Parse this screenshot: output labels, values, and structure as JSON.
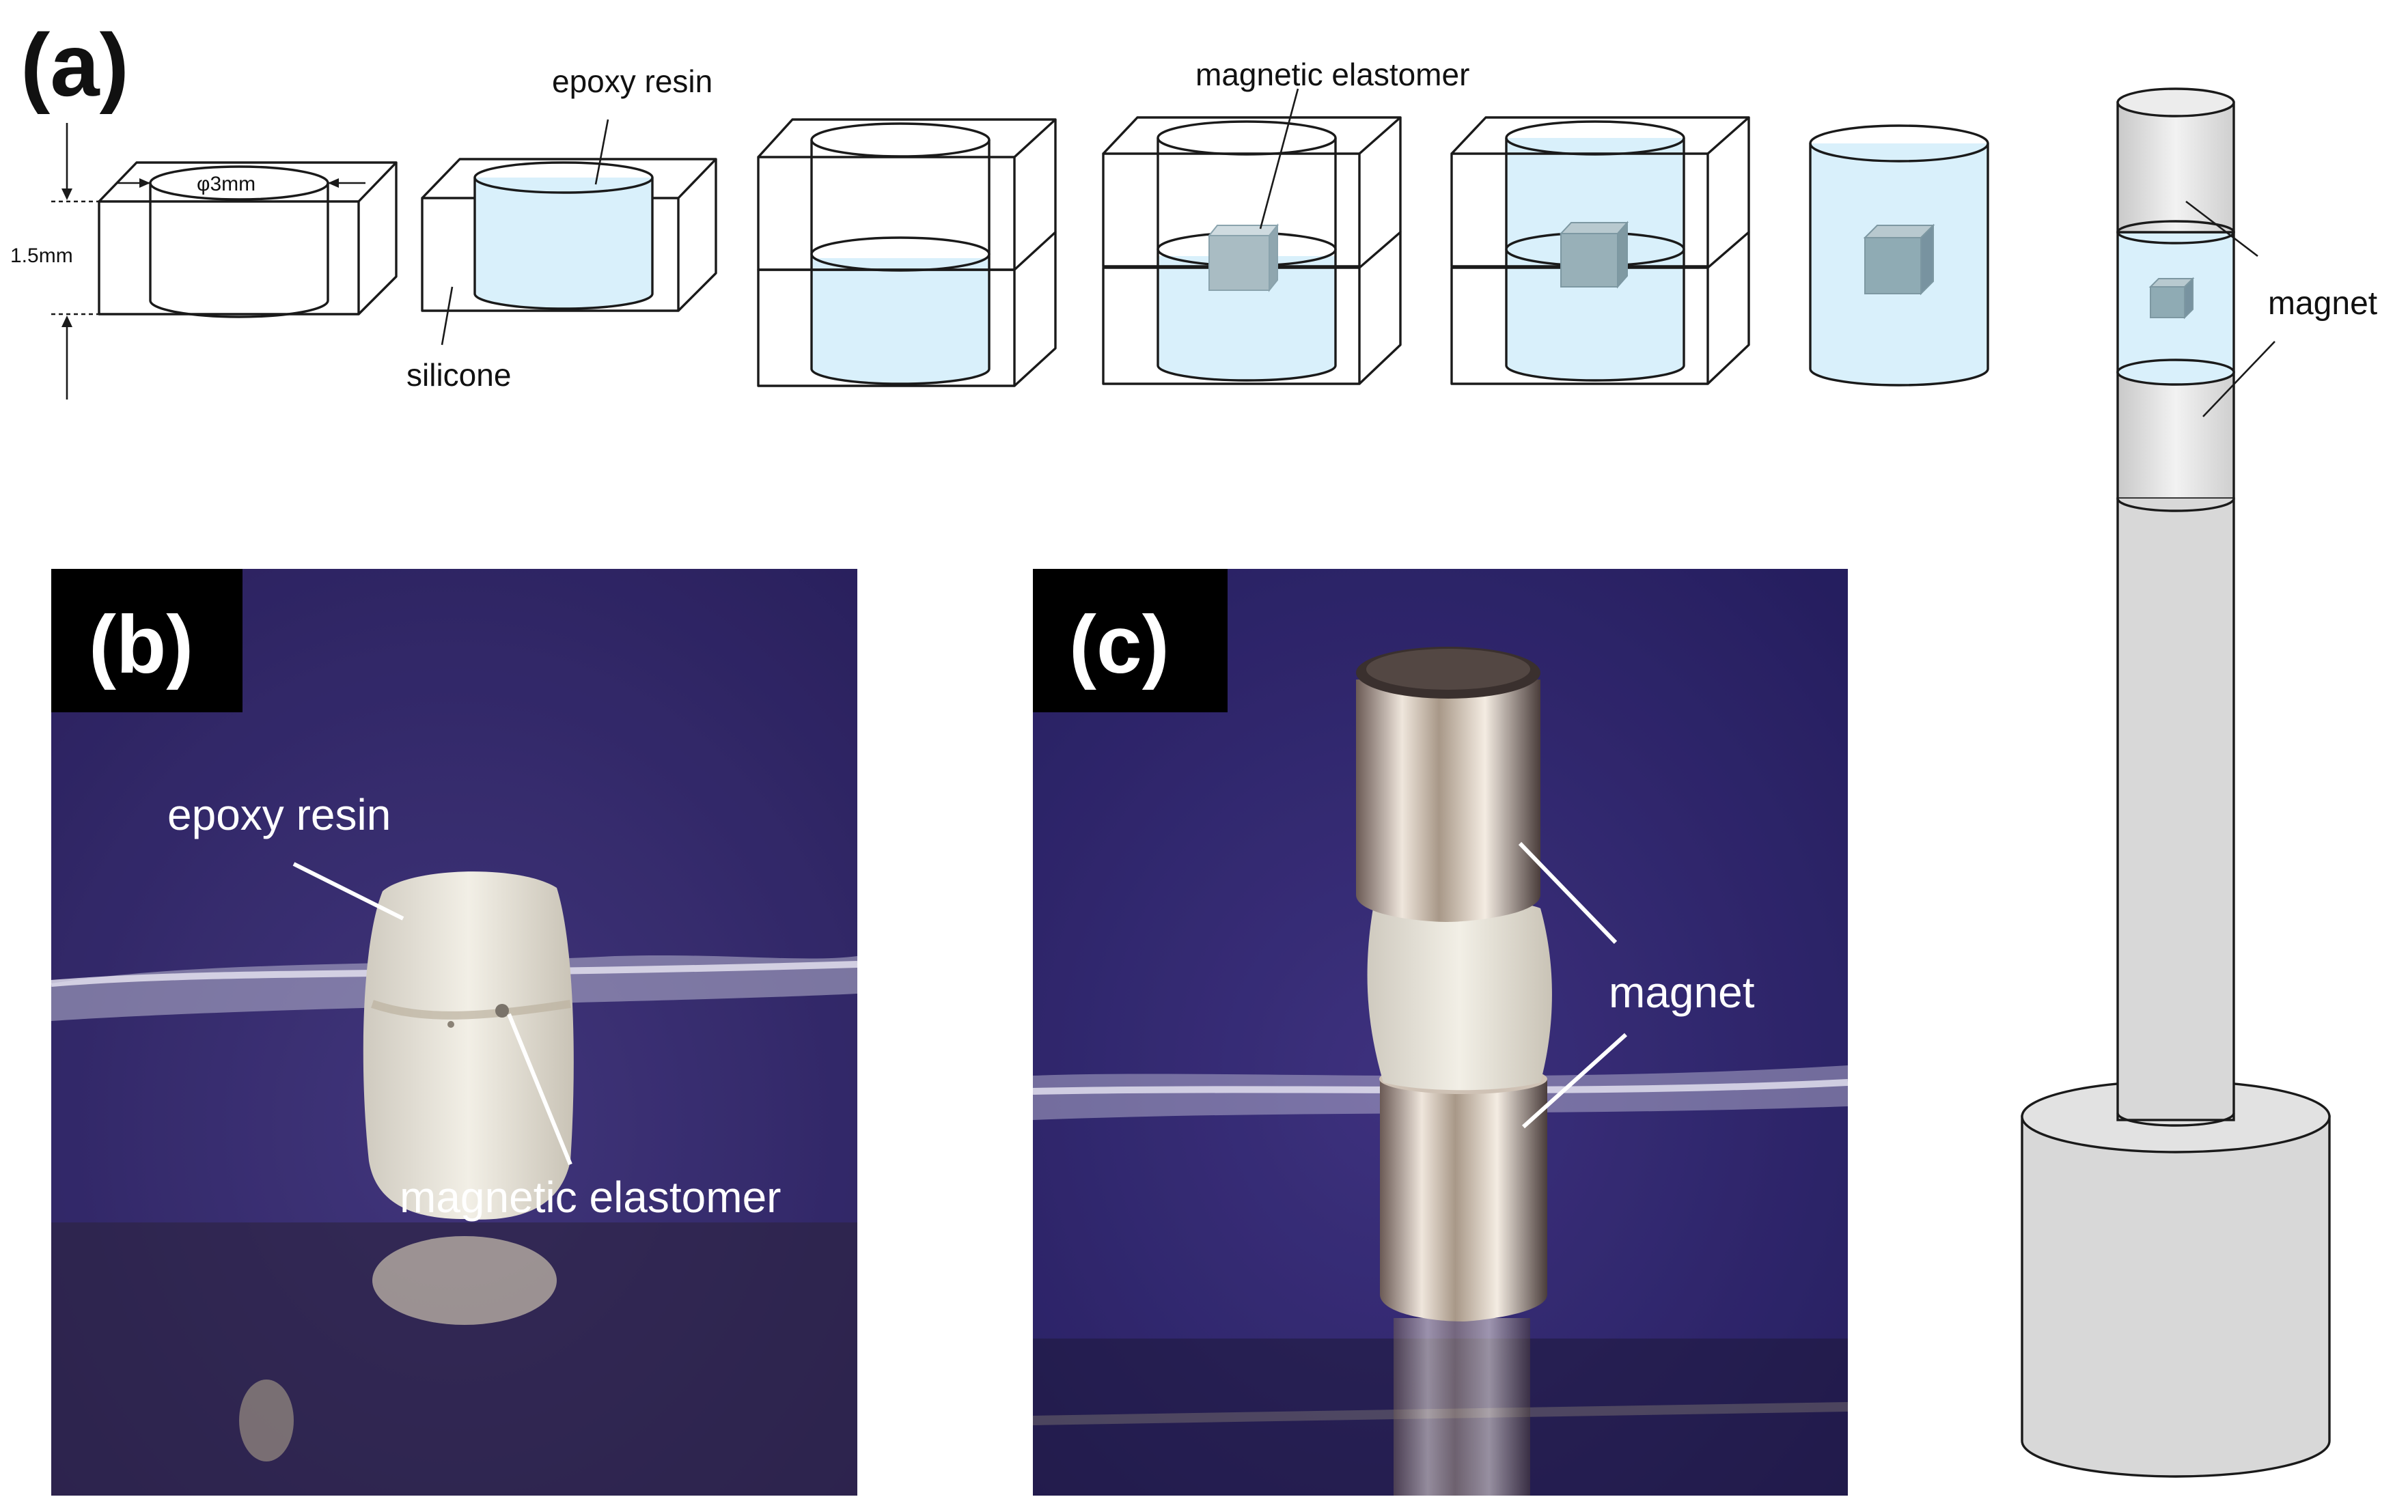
{
  "panel_a": {
    "label": "(a)",
    "diameter_label": "φ3mm",
    "height_label": "1.5mm",
    "epoxy_label": "epoxy resin",
    "silicone_label": "silicone",
    "elastomer_label": "magnetic elastomer",
    "magnet_label": "magnet"
  },
  "panel_b": {
    "label": "(b)",
    "epoxy_label": "epoxy resin",
    "elastomer_label": "magnetic elastomer"
  },
  "panel_c": {
    "label": "(c)",
    "magnet_label": "magnet"
  },
  "colors": {
    "resin": "#d9f0fb",
    "cube": "#9fbfca",
    "background_photo": "#3c2f78",
    "magnet_metal": "#b9a79a"
  }
}
